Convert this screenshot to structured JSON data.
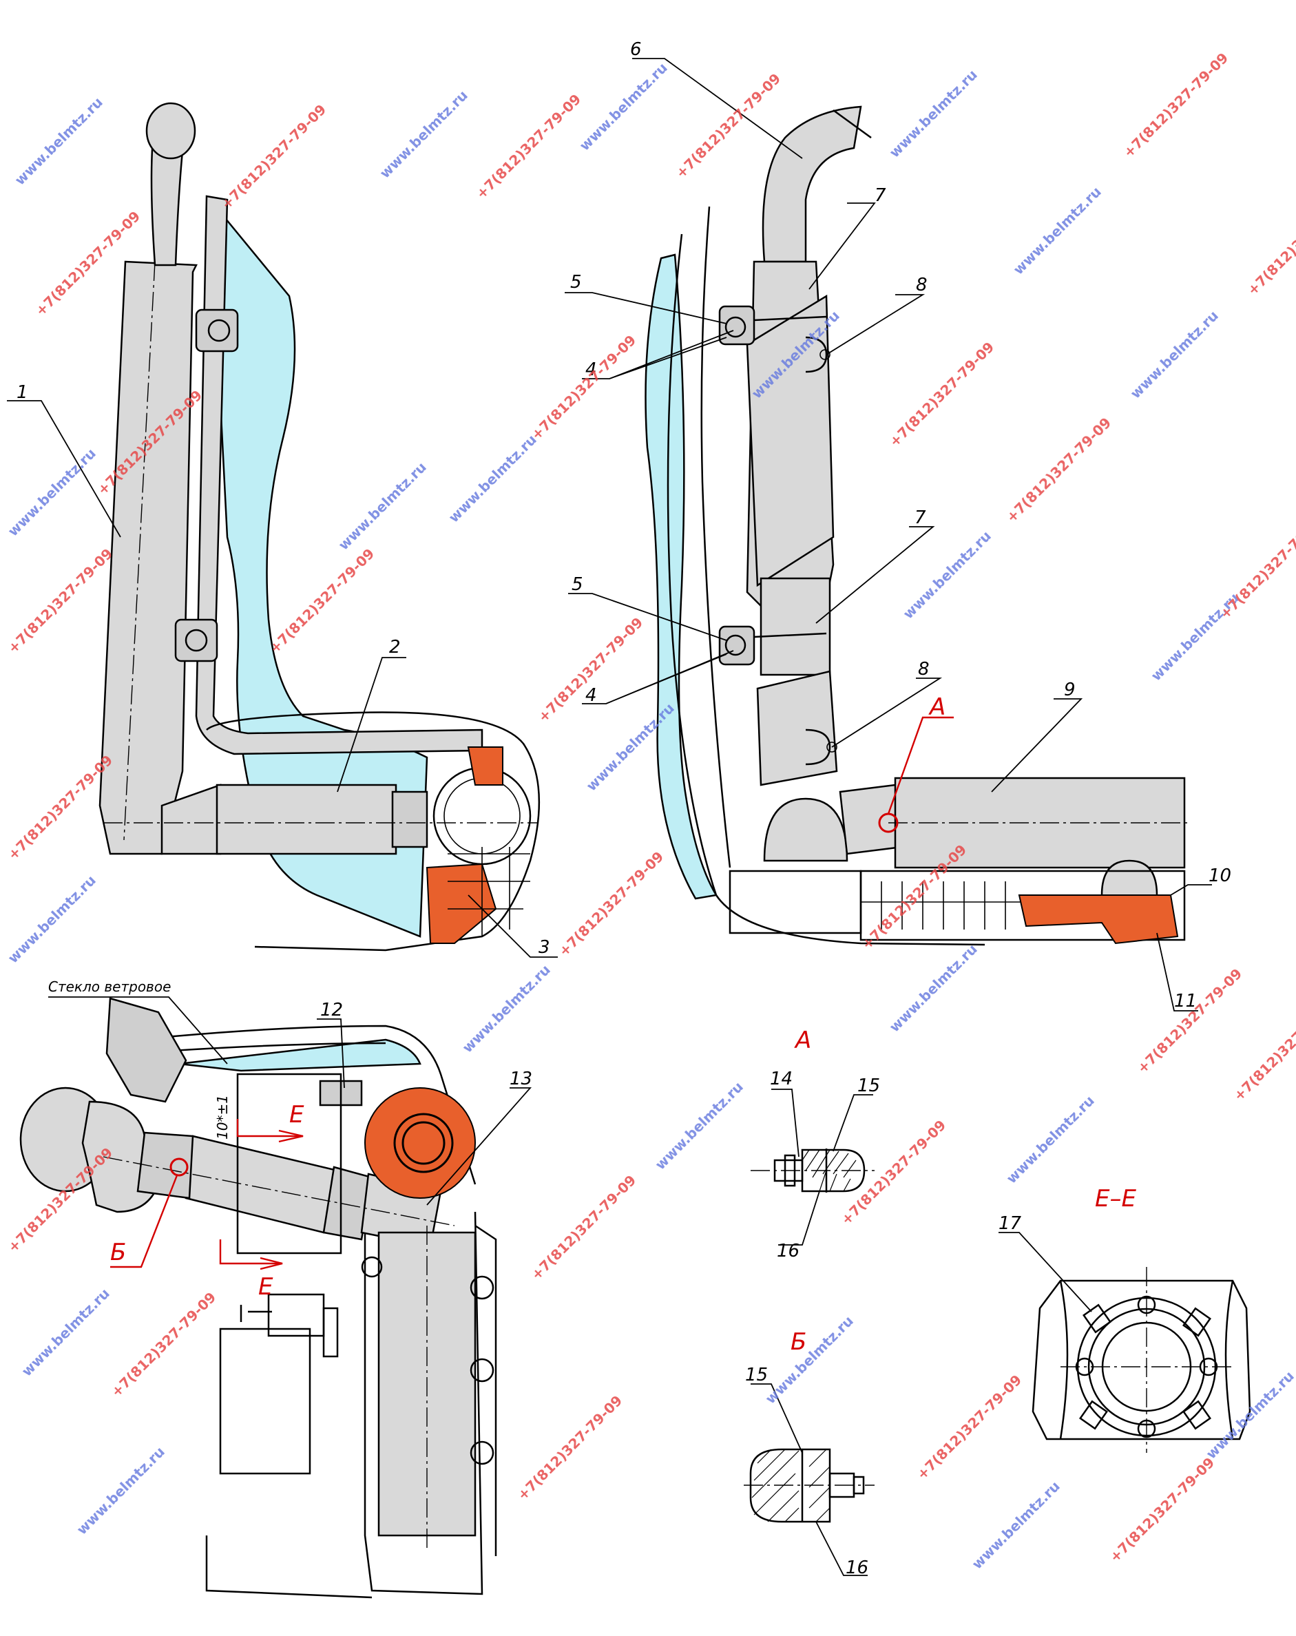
{
  "labels": {
    "n1": "1",
    "n2": "2",
    "n3": "3",
    "n4a": "4",
    "n4b": "4",
    "n5a": "5",
    "n5b": "5",
    "n6": "6",
    "n7a": "7",
    "n7b": "7",
    "n8a": "8",
    "n8b": "8",
    "n9": "9",
    "n10": "10",
    "n11": "11",
    "n12": "12",
    "n13": "13",
    "n14": "14",
    "n15a": "15",
    "n15b": "15",
    "n16a": "16",
    "n16b": "16",
    "n17": "17"
  },
  "section_markers": {
    "a_main": "А",
    "a_detail": "А",
    "b_main": "Б",
    "b_detail": "Б",
    "e_top": "Е",
    "e_bottom": "Е",
    "ee_title": "Е–Е"
  },
  "notes": {
    "windshield": "Стекло ветровое",
    "dimension": "10*±1"
  },
  "watermarks": {
    "site": "www.belmtz.ru",
    "phone": "+7(812)327-79-09"
  },
  "colors": {
    "glass": "#bfeef5",
    "muffler": "#d9d9d9",
    "highlight": "#e8602c",
    "section_mark": "#d40000"
  }
}
